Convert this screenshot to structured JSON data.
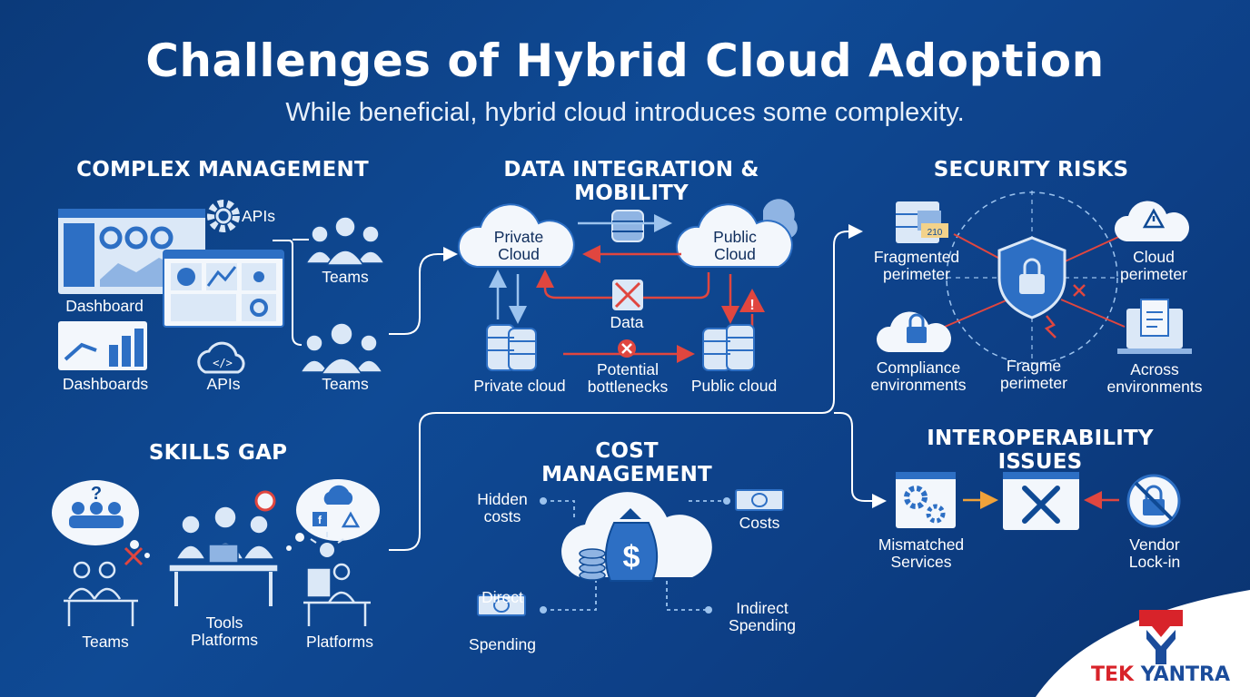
{
  "header": {
    "title": "Challenges of Hybrid Cloud Adoption",
    "subtitle": "While beneficial, hybrid cloud introduces some complexity."
  },
  "complex_management": {
    "heading": "COMPLEX MANAGEMENT",
    "labels": {
      "apis_top": "APIs",
      "teams_top": "Teams",
      "dashboard": "Dashboard",
      "dashboards": "Dashboards",
      "apis": "APIs",
      "teams": "Teams"
    }
  },
  "data_integration": {
    "heading": "DATA INTEGRATION & MOBILITY",
    "private_cloud": "Private Cloud",
    "public_cloud": "Public Cloud",
    "data": "Data",
    "potential_bottlenecks": "Potential bottlenecks",
    "private_cloud_db": "Private cloud",
    "public_cloud_db": "Public cloud"
  },
  "security": {
    "heading": "SECURITY RISKS",
    "fragmented_perimeter": "Fragmented perimeter",
    "badge_value": "210",
    "cloud_perimeter": "Cloud perimeter",
    "compliance": "Compliance environments",
    "fragme_perimeter": "Fragme perimeter",
    "across_environments": "Across environments"
  },
  "skills_gap": {
    "heading": "SKILLS GAP",
    "teams": "Teams",
    "tools_platforms": "Tools Platforms",
    "platforms": "Platforms"
  },
  "cost_management": {
    "heading": "COST MANAGEMENT",
    "hidden_costs": "Hidden costs",
    "costs": "Costs",
    "direct_spending": "Direct Spending",
    "indirect_spending": "Indirect Spending"
  },
  "interoperability": {
    "heading": "INTEROPERABILITY ISSUES",
    "mismatched_services": "Mismatched Services",
    "vendor_lockin": "Vendor Lock-in"
  },
  "logo": {
    "part1": "TEK",
    "part2": "YANTRA"
  },
  "colors": {
    "background": "#0f4a95",
    "accent_red": "#d8232a",
    "icon_light": "#dbe8f7",
    "icon_blue": "#2d6fc4"
  }
}
